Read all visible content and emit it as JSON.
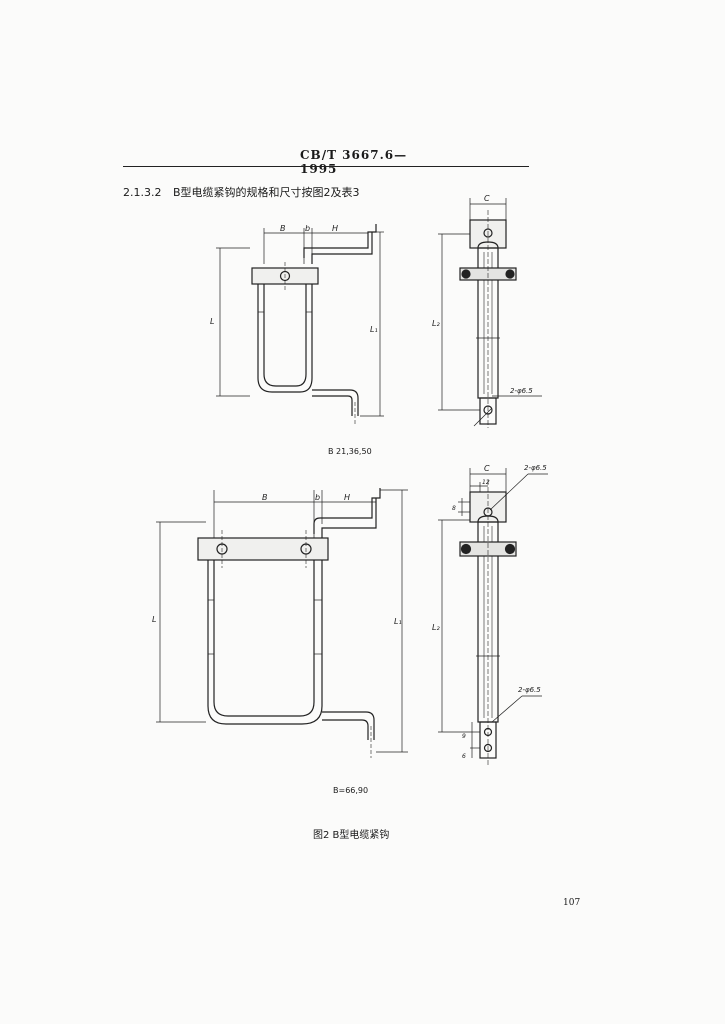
{
  "header": {
    "standard_no": "CB/T 3667.6—1995"
  },
  "clause": {
    "number": "2.1.3.2",
    "text": "B型电缆紧钩的规格和尺寸按图2及表3"
  },
  "figure_top": {
    "front_labels": {
      "B": "B",
      "b": "b",
      "H": "H",
      "L": "L",
      "L1": "L₁"
    },
    "side_labels": {
      "C": "C",
      "L2": "L₂",
      "hole": "2-φ6.5"
    },
    "caption": "B  21,36,50"
  },
  "figure_bottom": {
    "front_labels": {
      "B": "B",
      "b": "b",
      "H": "H",
      "L": "L",
      "L1": "L₁"
    },
    "side_labels": {
      "C": "C",
      "L2": "L₂",
      "hole_top": "2-φ6.5",
      "hole_bottom": "2-φ6.5",
      "d12": "12",
      "d8": "8",
      "d9": "9",
      "d6": "6"
    },
    "caption": "B=66,90"
  },
  "figure_caption": "图2  B型电缆紧钩",
  "page_number": "107"
}
